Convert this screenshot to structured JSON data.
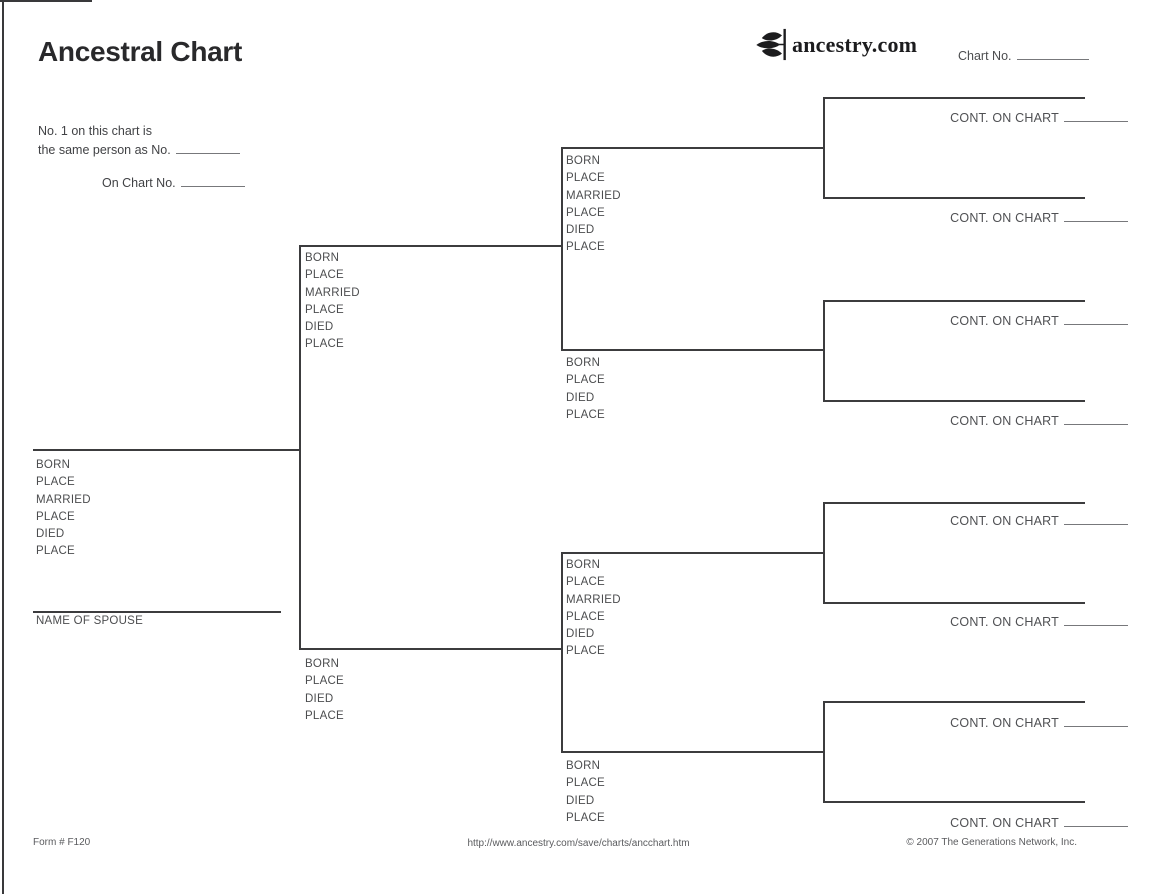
{
  "header": {
    "title": "Ancestral Chart",
    "brand": "ancestry.com",
    "chart_no_label": "Chart No."
  },
  "note": {
    "line1": "No. 1 on this chart is",
    "line2": "the same person as No.",
    "line3": "On Chart No."
  },
  "persons": {
    "person1": {
      "fields": [
        "BORN",
        "PLACE",
        "MARRIED",
        "PLACE",
        "DIED",
        "PLACE"
      ]
    },
    "spouse": {
      "label": "NAME OF SPOUSE"
    },
    "father": {
      "fields": [
        "BORN",
        "PLACE",
        "MARRIED",
        "PLACE",
        "DIED",
        "PLACE"
      ]
    },
    "mother": {
      "fields": [
        "BORN",
        "PLACE",
        "DIED",
        "PLACE"
      ]
    },
    "paternal_grandfather": {
      "fields": [
        "BORN",
        "PLACE",
        "MARRIED",
        "PLACE",
        "DIED",
        "PLACE"
      ]
    },
    "paternal_grandmother": {
      "fields": [
        "BORN",
        "PLACE",
        "DIED",
        "PLACE"
      ]
    },
    "maternal_grandfather": {
      "fields": [
        "BORN",
        "PLACE",
        "MARRIED",
        "PLACE",
        "DIED",
        "PLACE"
      ]
    },
    "maternal_grandmother": {
      "fields": [
        "BORN",
        "PLACE",
        "DIED",
        "PLACE"
      ]
    }
  },
  "cont": {
    "items": [
      "CONT. ON CHART",
      "CONT. ON CHART",
      "CONT. ON CHART",
      "CONT. ON CHART",
      "CONT. ON CHART",
      "CONT. ON CHART",
      "CONT. ON CHART",
      "CONT. ON CHART"
    ]
  },
  "footer": {
    "form_number": "Form # F120",
    "url": "http://www.ancestry.com/save/charts/ancchart.htm",
    "copyright": "© 2007 The Generations Network, Inc."
  },
  "colors": {
    "line": "#3c3c3e",
    "text": "#4c4d4f",
    "title": "#29292b"
  }
}
